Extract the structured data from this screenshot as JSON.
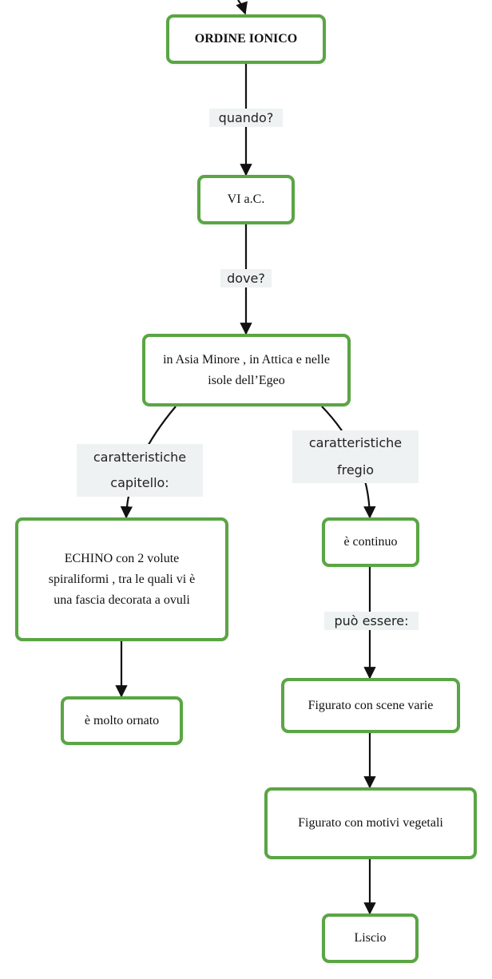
{
  "colors": {
    "node_border": "#5aa544",
    "label_bg": "#eef2f3",
    "link": "#111111"
  },
  "nodes": {
    "ordine_ionico": "ORDINE IONICO",
    "vi_ac": "VI a.C.",
    "asia_minore": "in Asia Minore , in Attica e nelle isole dell’Egeo",
    "echino": "ECHINO con 2 volute spiraliformi , tra le quali vi è una fascia decorata a ovuli",
    "molto_ornato": "è molto ornato",
    "continuo": "è continuo",
    "scene_varie": "Figurato con scene varie",
    "motivi_vegetali": "Figurato con motivi vegetali",
    "liscio": "Liscio"
  },
  "links": {
    "quando": "quando?",
    "dove": "dove?",
    "caratteristiche_capitello_1": "caratteristiche",
    "caratteristiche_capitello_2": "capitello:",
    "caratteristiche_fregio_1": "caratteristiche",
    "caratteristiche_fregio_2": "fregio",
    "puo_essere": "può essere:"
  }
}
